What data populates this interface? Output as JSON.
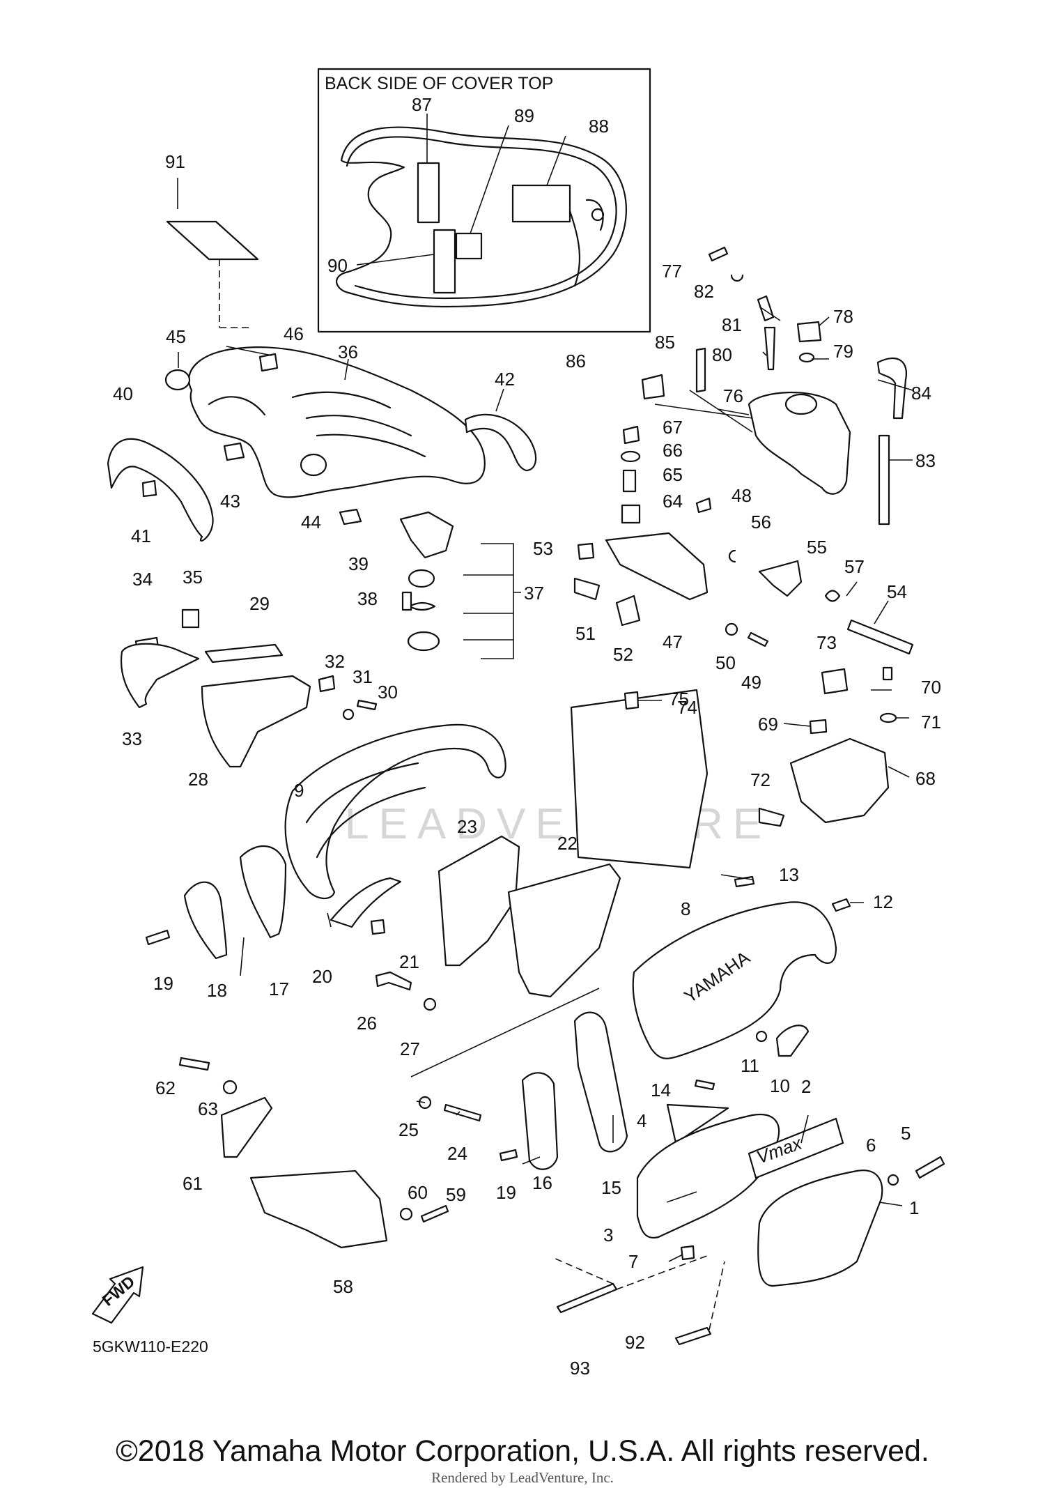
{
  "inset": {
    "title": "BACK SIDE OF COVER TOP"
  },
  "diagram_code": "5GKW110-E220",
  "fwd_label": "FWD",
  "decal_yamaha": "YAMAHA",
  "decal_vmax": "Vmax",
  "watermark": "LEADVENTURE",
  "copyright": "©2018 Yamaha Motor Corporation, U.S.A. All rights reserved.",
  "rendered_by": "Rendered by LeadVenture, Inc.",
  "callouts": [
    "1",
    "2",
    "3",
    "4",
    "5",
    "6",
    "7",
    "8",
    "9",
    "10",
    "11",
    "12",
    "13",
    "14",
    "15",
    "16",
    "17",
    "18",
    "19",
    "19",
    "20",
    "21",
    "22",
    "23",
    "24",
    "25",
    "26",
    "27",
    "28",
    "29",
    "30",
    "31",
    "32",
    "33",
    "34",
    "35",
    "36",
    "37",
    "38",
    "39",
    "40",
    "41",
    "42",
    "43",
    "44",
    "45",
    "46",
    "47",
    "48",
    "49",
    "50",
    "51",
    "52",
    "53",
    "54",
    "55",
    "56",
    "57",
    "58",
    "59",
    "60",
    "61",
    "62",
    "63",
    "64",
    "65",
    "66",
    "67",
    "68",
    "69",
    "70",
    "71",
    "72",
    "73",
    "74",
    "75",
    "76",
    "77",
    "78",
    "79",
    "80",
    "81",
    "82",
    "83",
    "84",
    "85",
    "86",
    "87",
    "88",
    "89",
    "90",
    "91",
    "92",
    "93"
  ]
}
